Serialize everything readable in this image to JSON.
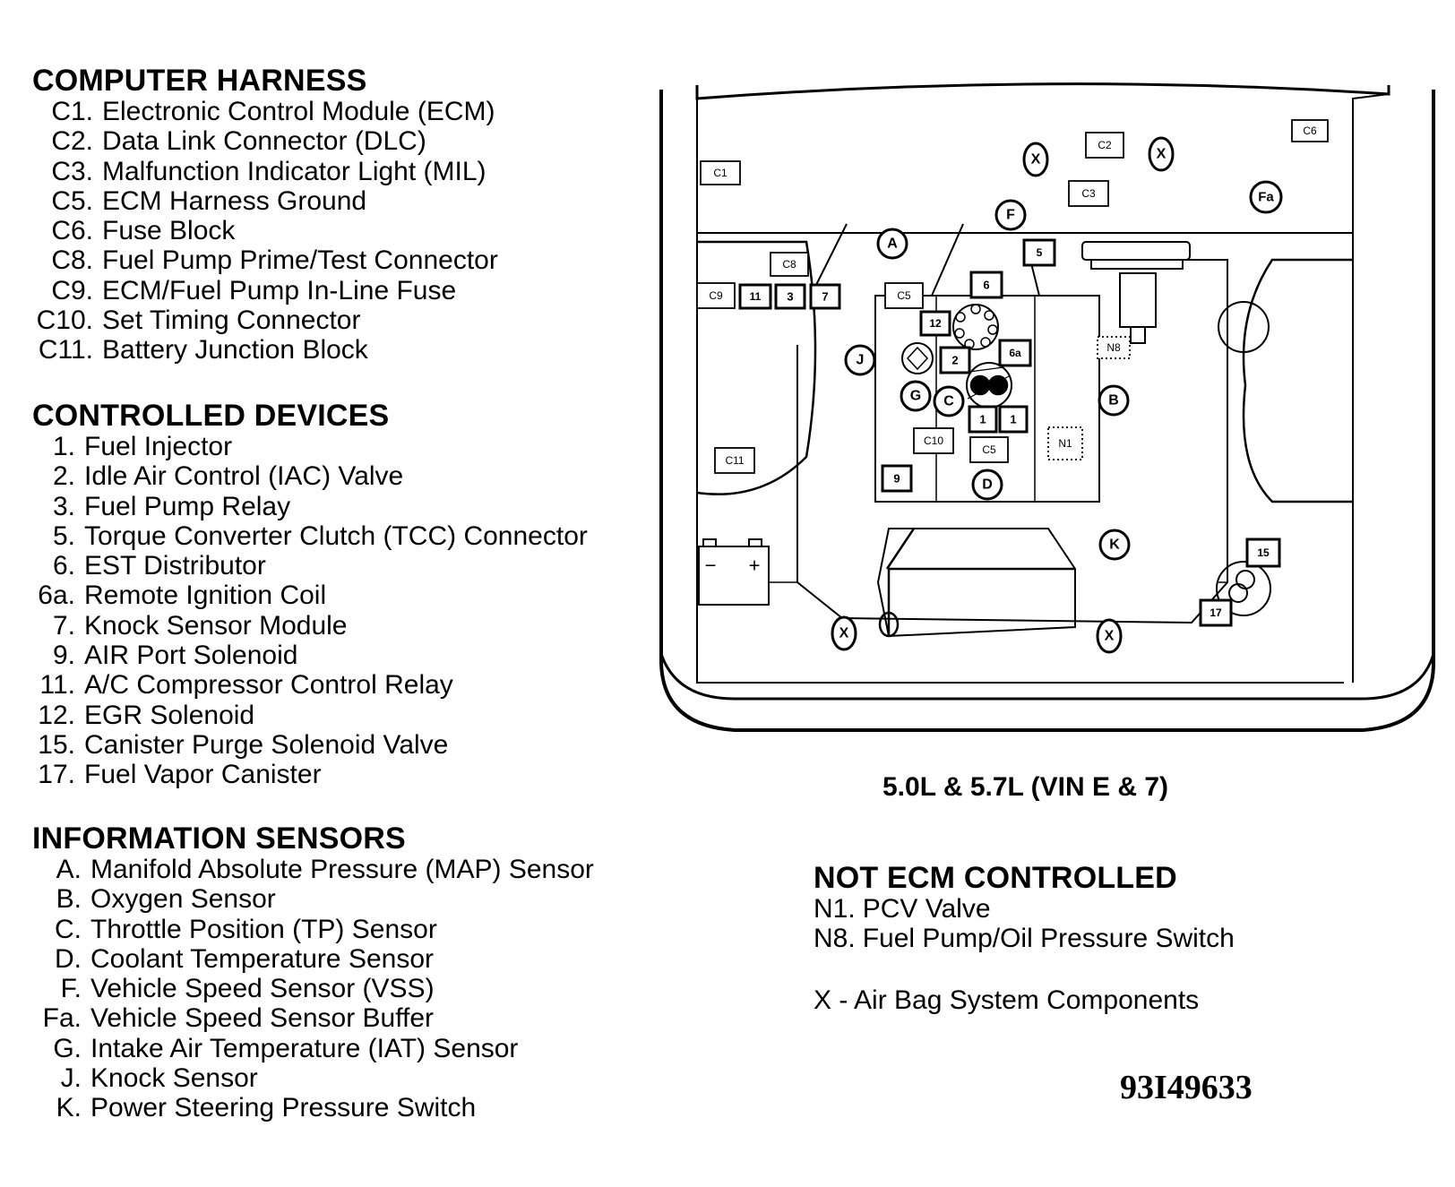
{
  "harness": {
    "title": "COMPUTER HARNESS",
    "items": [
      {
        "code": "C1.",
        "label": "Electronic Control Module (ECM)"
      },
      {
        "code": "C2.",
        "label": "Data Link Connector (DLC)"
      },
      {
        "code": "C3.",
        "label": "Malfunction Indicator Light (MIL)"
      },
      {
        "code": "C5.",
        "label": "ECM Harness Ground"
      },
      {
        "code": "C6.",
        "label": "Fuse Block"
      },
      {
        "code": "C8.",
        "label": "Fuel Pump Prime/Test Connector"
      },
      {
        "code": "C9.",
        "label": "ECM/Fuel Pump In-Line Fuse"
      },
      {
        "code": "C10.",
        "label": "Set Timing Connector"
      },
      {
        "code": "C11.",
        "label": "Battery Junction Block"
      }
    ]
  },
  "devices": {
    "title": "CONTROLLED DEVICES",
    "items": [
      {
        "code": "1.",
        "label": "Fuel Injector"
      },
      {
        "code": "2.",
        "label": "Idle Air Control (IAC) Valve"
      },
      {
        "code": "3.",
        "label": "Fuel Pump Relay"
      },
      {
        "code": "5.",
        "label": "Torque Converter Clutch (TCC) Connector"
      },
      {
        "code": "6.",
        "label": "EST Distributor"
      },
      {
        "code": "6a.",
        "label": "Remote Ignition Coil"
      },
      {
        "code": "7.",
        "label": "Knock Sensor Module"
      },
      {
        "code": "9.",
        "label": "AIR Port Solenoid"
      },
      {
        "code": "11.",
        "label": "A/C Compressor Control Relay"
      },
      {
        "code": "12.",
        "label": "EGR Solenoid"
      },
      {
        "code": "15.",
        "label": "Canister Purge Solenoid Valve"
      },
      {
        "code": "17.",
        "label": "Fuel Vapor Canister"
      }
    ]
  },
  "sensors": {
    "title": "INFORMATION SENSORS",
    "items": [
      {
        "code": "A.",
        "label": "Manifold Absolute Pressure (MAP) Sensor"
      },
      {
        "code": "B.",
        "label": "Oxygen Sensor"
      },
      {
        "code": "C.",
        "label": "Throttle Position (TP) Sensor"
      },
      {
        "code": "D.",
        "label": "Coolant Temperature Sensor"
      },
      {
        "code": "F.",
        "label": "Vehicle Speed Sensor (VSS)"
      },
      {
        "code": "Fa.",
        "label": "Vehicle Speed Sensor Buffer"
      },
      {
        "code": "G.",
        "label": "Intake Air Temperature (IAT) Sensor"
      },
      {
        "code": "J.",
        "label": "Knock Sensor"
      },
      {
        "code": "K.",
        "label": "Power Steering Pressure Switch"
      }
    ]
  },
  "not_ecm": {
    "title": "NOT ECM CONTROLLED",
    "items": [
      {
        "code": "N1.",
        "label": "PCV Valve"
      },
      {
        "code": "N8.",
        "label": "Fuel Pump/Oil Pressure Switch"
      }
    ]
  },
  "caption": "5.0L & 5.7L (VIN E & 7)",
  "x_note": "X - Air Bag System Components",
  "figure_id": "93I49633",
  "diagram_labels": {
    "c1": "C1",
    "c2": "C2",
    "c3": "C3",
    "c5a": "C5",
    "c5b": "C5",
    "c6": "C6",
    "c8": "C8",
    "c9": "C9",
    "c10": "C10",
    "c11": "C11",
    "d11": "11",
    "d3": "3",
    "d7": "7",
    "d5": "5",
    "d6": "6",
    "d6a": "6a",
    "d12": "12",
    "d2": "2",
    "d1a": "1",
    "d1b": "1",
    "d9": "9",
    "d15": "15",
    "d17": "17",
    "sA": "A",
    "sB": "B",
    "sC": "C",
    "sD": "D",
    "sF": "F",
    "sFa": "Fa",
    "sG": "G",
    "sJ": "J",
    "sK": "K",
    "x1": "X",
    "x2": "X",
    "x3": "X",
    "x4": "X",
    "n1": "N1",
    "n8": "N8",
    "batt_minus": "−",
    "batt_plus": "+"
  }
}
